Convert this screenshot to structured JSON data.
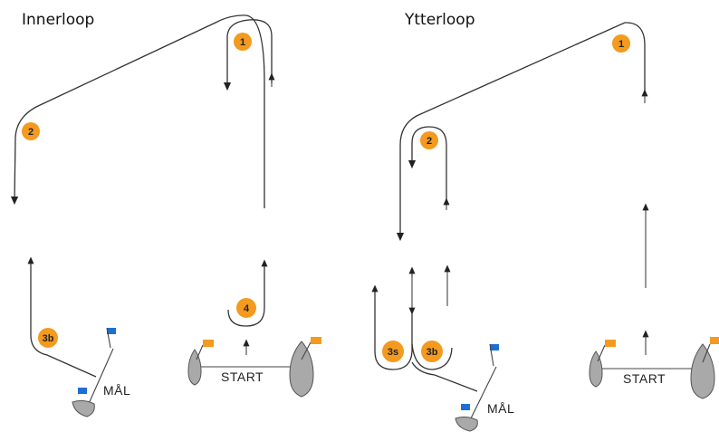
{
  "diagram": {
    "left": {
      "title": "Innerloop",
      "marks": [
        "1",
        "2",
        "3b",
        "4"
      ],
      "start_label": "START",
      "finish_label": "MÅL"
    },
    "right": {
      "title": "Ytterloop",
      "marks": [
        "1",
        "2",
        "3s",
        "3b"
      ],
      "start_label": "START",
      "finish_label": "MÅL"
    },
    "colors": {
      "mark": "#f39a1f",
      "pin_flag": "#f39a1f",
      "finish_flag": "#1f6fd1",
      "route": "#333333",
      "boat": "#a9a9a9"
    }
  }
}
